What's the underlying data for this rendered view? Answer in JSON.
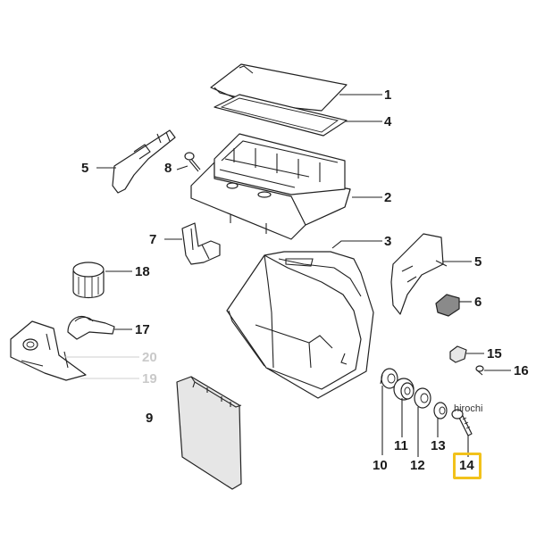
{
  "diagram": {
    "callouts": [
      {
        "id": "1",
        "label": "1"
      },
      {
        "id": "4",
        "label": "4"
      },
      {
        "id": "5a",
        "label": "5"
      },
      {
        "id": "8",
        "label": "8"
      },
      {
        "id": "2",
        "label": "2"
      },
      {
        "id": "7",
        "label": "7"
      },
      {
        "id": "3",
        "label": "3"
      },
      {
        "id": "5b",
        "label": "5"
      },
      {
        "id": "18",
        "label": "18"
      },
      {
        "id": "6",
        "label": "6"
      },
      {
        "id": "17",
        "label": "17"
      },
      {
        "id": "15",
        "label": "15"
      },
      {
        "id": "20",
        "label": "20"
      },
      {
        "id": "16",
        "label": "16"
      },
      {
        "id": "19",
        "label": "19"
      },
      {
        "id": "9",
        "label": "9"
      },
      {
        "id": "11",
        "label": "11"
      },
      {
        "id": "12",
        "label": "12"
      },
      {
        "id": "13",
        "label": "13"
      },
      {
        "id": "10",
        "label": "10"
      },
      {
        "id": "14",
        "label": "14"
      }
    ],
    "highlighted_callout": "14",
    "highlight_color": "#f2c21b",
    "faded_callouts": [
      "20",
      "19"
    ],
    "watermark": "hirochi"
  }
}
